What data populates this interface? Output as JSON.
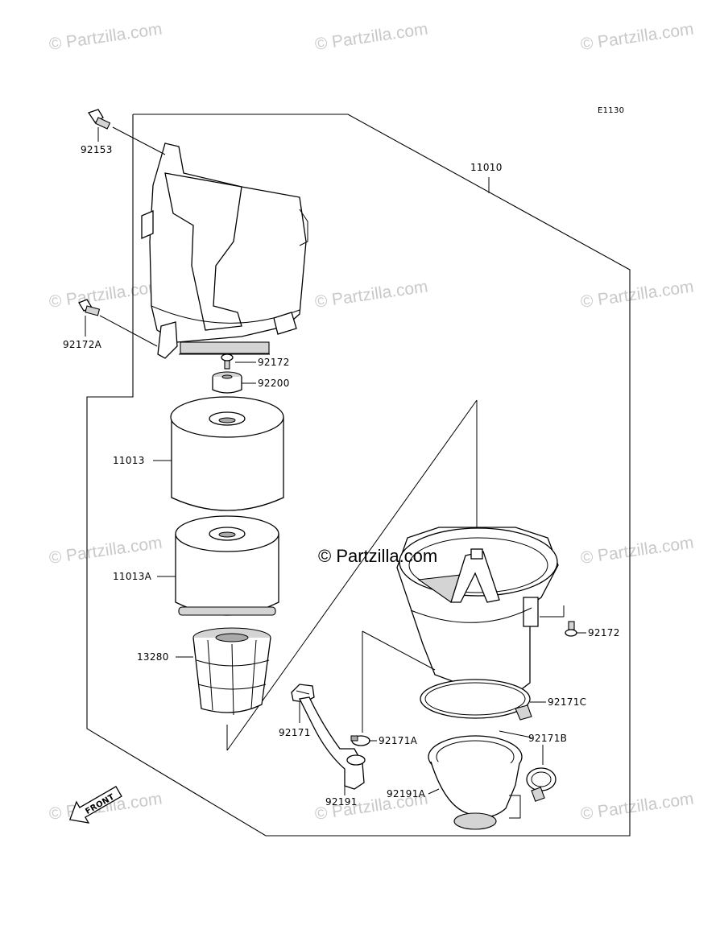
{
  "diagram_code": "E1130",
  "callouts": [
    {
      "id": "92153",
      "text": "92153"
    },
    {
      "id": "11010",
      "text": "11010"
    },
    {
      "id": "92172A",
      "text": "92172A"
    },
    {
      "id": "92172-top",
      "text": "92172"
    },
    {
      "id": "92200",
      "text": "92200"
    },
    {
      "id": "11013",
      "text": "11013"
    },
    {
      "id": "11013A",
      "text": "11013A"
    },
    {
      "id": "13280",
      "text": "13280"
    },
    {
      "id": "92172-right",
      "text": "92172"
    },
    {
      "id": "92171C",
      "text": "92171C"
    },
    {
      "id": "92171",
      "text": "92171"
    },
    {
      "id": "92171A",
      "text": "92171A"
    },
    {
      "id": "92171B",
      "text": "92171B"
    },
    {
      "id": "92191",
      "text": "92191"
    },
    {
      "id": "92191A",
      "text": "92191A"
    }
  ],
  "front_label": "FRONT",
  "watermark_text": "© Partzilla.com",
  "center_watermark_text": "© Partzilla.com"
}
